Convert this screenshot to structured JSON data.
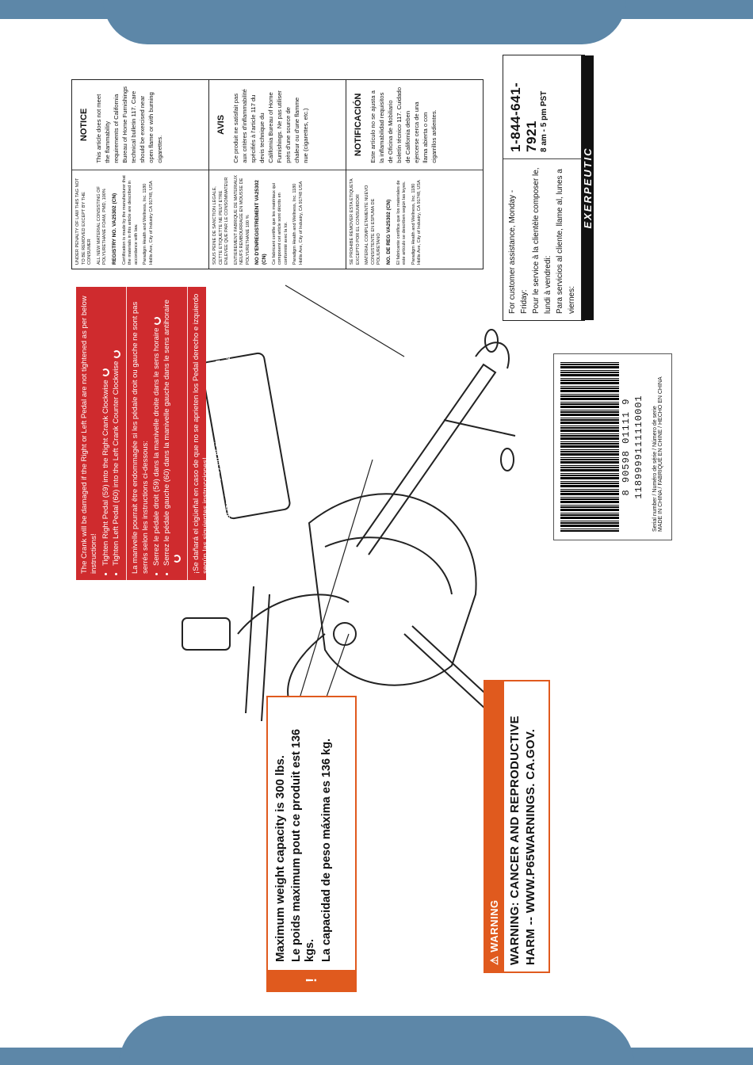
{
  "notices": [
    {
      "left": [
        "UNDER PENALTY OF LAW THIS TAG NOT TO BE REMOVED EXCEPT BY THE CONSUMER",
        "ALL NEW MATERIAL CONSISTING OF POLYURETHANE FOAM, PMD, 100%",
        "REGISTRY NO. VA25302 (CN)",
        "Certification is made by the manufacturer that the materials in this article are described in accordance with law.",
        "Paradigm Health and Wellness, Inc. 1180 Hollis Ave, City of Industry CA 91748, USA"
      ],
      "title": "NOTICE",
      "body": "This article does not meet the flammability requirements of California Bureau of Home Furnishings technical bulletin 117. Care should be exercised near open flame or with burning cigarettes."
    },
    {
      "left": [
        "SOUS PEINE DE SANCTION LEGALE, CETTE ETIQUETTE NE PEUT ETRE ENLEVEE QUE PAR LE CONSOMMATEUR",
        "ENTIEREMENT FABRIQUE DE MATERIAUX NEUFS REMBOURRAGE EN MOUSSE DE POLYURETHANE 100 %",
        "NO D'ENREGISTREMENT VA25302 (CN)",
        "Ce fabricant certifie que les matériaux qui composent cet article sont décrits en conformité avec la loi.",
        "Paradigm Health and Wellness, Inc. 1180 Hollis Ave, City of Industry, CA 91748 USA"
      ],
      "title": "AVIS",
      "body": "Ce produit ne satisfait pas aux critères d'inflammabilité spécifiés à l'article 117 du devis technique du California Bureau of Home Furnishings. Ne pas utiliser près d'une source de chaleur ou d'une flamme nue (cigarettes, etc.)"
    },
    {
      "left": [
        "SE PROHIBE REMOVER ESTA ETIQUETA EXCEPTO POR EL CONSUMIDOR",
        "MATERIAL COMPLETAMENTE NUEVO CONSISTENTE EN ESPUMA DE POLIURETANO",
        "NO. DE REG VA25302 (CN)",
        "El fabricante certifica que los materiales de este artículo se describen según las leyes.",
        "Paradigm Health and Wellness, Inc. 1180 Hollis Ave, City of Industry, CA 91748, USA"
      ],
      "title": "NOTIFICACIÓN",
      "body": "Este artículo no se ajusta a la inflamabilidad requisitos de Oficina de Mobiliario boletín técnico 117. Cuidado de California deben ejercerse cerca de una llama abierta o con cigarrillos ardientes."
    }
  ],
  "support": {
    "en": "For customer assistance, Monday - Friday:",
    "fr": "Pour le service à la clientèle composer le, lundi à vendredi:",
    "es": "Para servicios al cliente, llame al, lunes a viernes:",
    "phone": "1-844-641-7921",
    "hours": "8 am - 5 pm PST",
    "logo": "EXERPEUTIC"
  },
  "crank": {
    "en_intro": "The Crank will be damaged if the Right or Left Pedal are not tightened as per below instructions!",
    "en_steps": [
      "Tighten Right Pedal (59) into the Right Crank Clockwise",
      "Tighten Left Pedal (60) into the Left Crank Counter Clockwise"
    ],
    "fr_intro": "La manivelle pourrait être endommagée si les pédale droit ou gauche ne sont pas serrés selon les instructions ci-dessous:",
    "fr_steps": [
      "Serrez le pédale droit (59) dans la manivelle droite dans le sens horaire",
      "Serrez le pédale gauche (60) dans la manivelle gauche dans le sens antihoraire"
    ],
    "es_intro": "¡Se dañará el cigüeñal en caso de que no se aprieten los Pedal derecho e izquierdo según las siguientes instrucciones!",
    "es_steps": [
      "Apriete el Pedal derecho (59) en el cigüeñal derecho, hacia la derecha",
      "Apriete el Pedal izquierdo (60) en el cigüeñal izquierdo hacia la izquierda"
    ]
  },
  "barcode": {
    "number": "8 90598 01111 9",
    "serial": "1189999111110001",
    "serial_label": "Serial number / Numéro de série / Número de serie",
    "made_in": "MADE IN CHINA / FABRIQUÉ EN CHINE / HECHO EN CHINA"
  },
  "weight": {
    "icon": "!",
    "en": "Maximum weight capacity is 300 lbs.",
    "fr": "Le poids maximum pout ce produit est 136 kgs.",
    "es": "La capacidad de peso máxima es 136 kg."
  },
  "warning": {
    "title": "WARNING",
    "body": "WARNING: CANCER AND REPRODUCTIVE HARM -- WWW.P65WARNINGS. CA.GOV."
  }
}
